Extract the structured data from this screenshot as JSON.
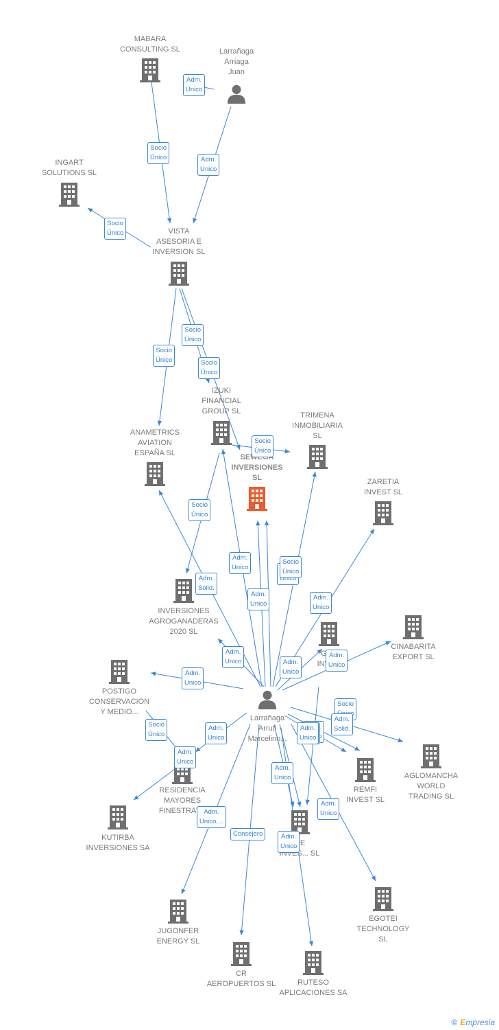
{
  "colors": {
    "edge": "#3a87d6",
    "icon": "#6f6f6f",
    "focus_icon": "#f05a28",
    "label": "#7a7a7a"
  },
  "nodes": [
    {
      "id": "mabara",
      "type": "company",
      "label": "MABARA\nCONSULTING SL"
    },
    {
      "id": "larr_juan",
      "type": "person",
      "label": "Larrañaga\nArriaga\nJuan"
    },
    {
      "id": "ingart",
      "type": "company",
      "label": "INGART\nSOLUTIONS  SL"
    },
    {
      "id": "vista",
      "type": "company",
      "label": "VISTA\nASESORIA E\nINVERSION SL"
    },
    {
      "id": "izuki",
      "type": "company",
      "label": "IZUKI\nFINANCIAL\nGROUP  SL"
    },
    {
      "id": "anametrics",
      "type": "company",
      "label": "ANAMETRICS\nAVIATION\nESPAÑA  SL"
    },
    {
      "id": "trimena",
      "type": "company",
      "label": "TRIMENA\nINMOBILIARIA\nSL"
    },
    {
      "id": "sewega",
      "type": "company",
      "focus": true,
      "label": "SEWEGA\nINVERSIONES\nSL"
    },
    {
      "id": "zaretia",
      "type": "company",
      "label": "ZARETIA\nINVEST  SL"
    },
    {
      "id": "agroganaderas",
      "type": "company",
      "label": "INVERSIONES\nAGROGANADERAS\n2020  SL"
    },
    {
      "id": "ger",
      "type": "company",
      "label": "GER\nINVE..."
    },
    {
      "id": "cinabarita",
      "type": "company",
      "label": "CINABARITA\nEXPORT  SL"
    },
    {
      "id": "postigo",
      "type": "company",
      "label": "POSTIGO\nCONSERVACION\nY MEDIO..."
    },
    {
      "id": "larr_marcelino",
      "type": "person",
      "label": "Larrañaga\nArruti\nMarcelino..."
    },
    {
      "id": "aglomancha",
      "type": "company",
      "label": "AGLOMANCHA\nWORLD\nTRADING  SL"
    },
    {
      "id": "remfi",
      "type": "company",
      "label": "REMFI\nINVEST  SL"
    },
    {
      "id": "residencia",
      "type": "company",
      "label": "RESIDENCIA\nMAYORES\nFINESTRAT..."
    },
    {
      "id": "kutirba",
      "type": "company",
      "label": "KUTIRBA\nINVERSIONES SA"
    },
    {
      "id": "mid",
      "type": "company",
      "label": "...E\nINVES...  SL"
    },
    {
      "id": "egotei",
      "type": "company",
      "label": "EGOTEI\nTECHNOLOGY\nSL"
    },
    {
      "id": "jugonfer",
      "type": "company",
      "label": "JUGONFER\nENERGY SL"
    },
    {
      "id": "cr",
      "type": "company",
      "label": "CR\nAEROPUERTOS SL"
    },
    {
      "id": "ruteso",
      "type": "company",
      "label": "RUTESO\nAPLICACIONES SA"
    }
  ],
  "edges": [
    {
      "id": "e1",
      "from": "mabara",
      "to": "vista",
      "label": "Socio\nÚnico"
    },
    {
      "id": "e2",
      "from": "larr_juan",
      "to": "mabara",
      "label": "Adm.\nUnico"
    },
    {
      "id": "e3",
      "from": "larr_juan",
      "to": "vista",
      "label": "Adm.\nUnico"
    },
    {
      "id": "e4",
      "from": "vista",
      "to": "ingart",
      "label": "Socio\nÚnico"
    },
    {
      "id": "e5",
      "from": "vista",
      "to": "anametrics",
      "label": "Socio\nÚnico"
    },
    {
      "id": "e6",
      "from": "vista",
      "to": "izuki",
      "label": "Socio\nÚnico"
    },
    {
      "id": "e7",
      "from": "vista",
      "to": "sewega",
      "label": "Socio\nÚnico"
    },
    {
      "id": "e8",
      "from": "izuki",
      "to": "trimena",
      "label": "Socio\nÚnico"
    },
    {
      "id": "e9",
      "from": "izuki",
      "to": "agroganaderas",
      "label": "Socio\nÚnico"
    },
    {
      "id": "e10",
      "from": "larr_marcelino",
      "to": "anametrics",
      "label": "Adm.\nSolid."
    },
    {
      "id": "e11",
      "from": "larr_marcelino",
      "to": "izuki",
      "label": "Adm.\nUnico"
    },
    {
      "id": "e12",
      "from": "larr_marcelino",
      "to": "sewega",
      "label": "Adm.\nUnico"
    },
    {
      "id": "e13",
      "from": "larr_marcelino",
      "to": "sewega",
      "label": "Adm.\nUnico"
    },
    {
      "id": "e14",
      "from": "larr_marcelino",
      "to": "trimena",
      "label": "Socio\nÚnico"
    },
    {
      "id": "e15",
      "from": "larr_marcelino",
      "to": "zaretia",
      "label": "Adm.\nUnico"
    },
    {
      "id": "e16",
      "from": "larr_marcelino",
      "to": "agroganaderas",
      "label": "Adm.\nUnico"
    },
    {
      "id": "e17",
      "from": "larr_marcelino",
      "to": "ger",
      "label": "Adm.\nUnico"
    },
    {
      "id": "e18",
      "from": "larr_marcelino",
      "to": "cinabarita",
      "label": "Adm.\nUnico"
    },
    {
      "id": "e19",
      "from": "larr_marcelino",
      "to": "postigo",
      "label": "Adm.\nUnico"
    },
    {
      "id": "e20",
      "from": "larr_marcelino",
      "to": "aglomancha",
      "label": "Socio\nÚnico"
    },
    {
      "id": "e21",
      "from": "larr_marcelino",
      "to": "remfi",
      "label": "Adm.\nSolid."
    },
    {
      "id": "e22",
      "from": "larr_marcelino",
      "to": "remfi",
      "label": "Adm.\nUnico"
    },
    {
      "id": "e23",
      "from": "larr_marcelino",
      "to": "residencia",
      "label": "Adm.\nUnico"
    },
    {
      "id": "e24",
      "from": "postigo",
      "to": "residencia",
      "label": "Socio\nÚnico"
    },
    {
      "id": "e25",
      "from": "residencia",
      "to": "kutirba",
      "label": "Adm.\nUnico"
    },
    {
      "id": "e26",
      "from": "larr_marcelino",
      "to": "mid",
      "label": "Adm.\nUnico"
    },
    {
      "id": "e27",
      "from": "larr_marcelino",
      "to": "mid",
      "label": "Adm.\nUnico"
    },
    {
      "id": "e28",
      "from": "larr_marcelino",
      "to": "egotei",
      "label": "Adm.\nUnico"
    },
    {
      "id": "e29",
      "from": "larr_marcelino",
      "to": "jugonfer",
      "label": "Adm.\nUnico,..."
    },
    {
      "id": "e30",
      "from": "larr_marcelino",
      "to": "cr",
      "label": "Consejero"
    },
    {
      "id": "e31",
      "from": "larr_marcelino",
      "to": "ruteso",
      "label": "Adm.\nUnico"
    },
    {
      "id": "e32",
      "from": "larr_marcelino",
      "to": "mid",
      "label": "Adm.\nUnico"
    }
  ],
  "footer": {
    "copyright": "©",
    "brand_first": "E",
    "brand_rest": "mpresia"
  }
}
